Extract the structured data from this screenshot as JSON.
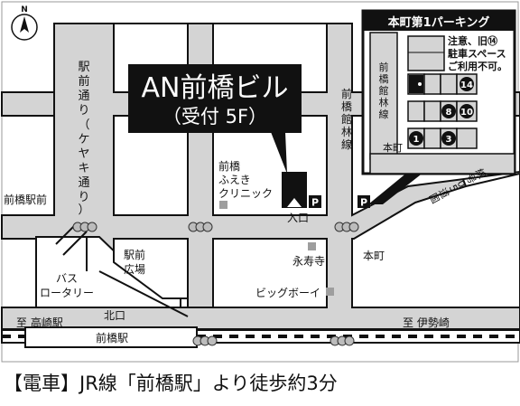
{
  "callout": {
    "title": "AN前橋ビル",
    "subtitle": "（受付 5F）"
  },
  "inset": {
    "title": "本町第1パーキング",
    "note_lines": [
      "注意、旧⑭",
      "駐車スペース",
      "ご利用不可。"
    ],
    "street_label_chars": [
      "前",
      "橋",
      "館",
      "林",
      "線"
    ],
    "corner_label": "本町",
    "slot_numbers": [
      "14",
      "8",
      "10",
      "1",
      "3"
    ]
  },
  "labels": {
    "station_road_chars": [
      "駅",
      "前",
      "通",
      "り",
      "（",
      "ケ",
      "ヤ",
      "キ",
      "通",
      "り",
      "）"
    ],
    "tatebayashi_chars": [
      "前",
      "橋",
      "館",
      "林",
      "線"
    ],
    "maebashi_ekimae": "前橋駅前",
    "clinic_lines": [
      "前橋",
      "ふえき",
      "クリニック"
    ],
    "entrance": "入口",
    "parking_mark": "P",
    "honmachi": "本町",
    "route50_chars": [
      "国",
      "道",
      "5",
      "0",
      "号",
      "線"
    ],
    "bus_lines": [
      "バス",
      "ロータリー"
    ],
    "ekimae_hiroba_lines": [
      "駅前",
      "広場"
    ],
    "eijuji": "永寿寺",
    "big_boy": "ビッグボーイ",
    "kitaguchi": "北口",
    "station": "前橋駅",
    "to_takasaki": "至 高崎駅",
    "to_isesaki": "至 伊勢崎"
  },
  "colors": {
    "road": "#d4d4d4",
    "signal": "#bcbcbc",
    "building": "#111111",
    "landmark": "#9e9e9e"
  },
  "icons": {
    "north": "north-arrow-icon",
    "parking": "parking-icon",
    "traffic_signal": "traffic-signal-icon",
    "entrance": "entrance-triangle-icon"
  },
  "footer": "【電車】JR線「前橋駅」より徒歩約3分"
}
